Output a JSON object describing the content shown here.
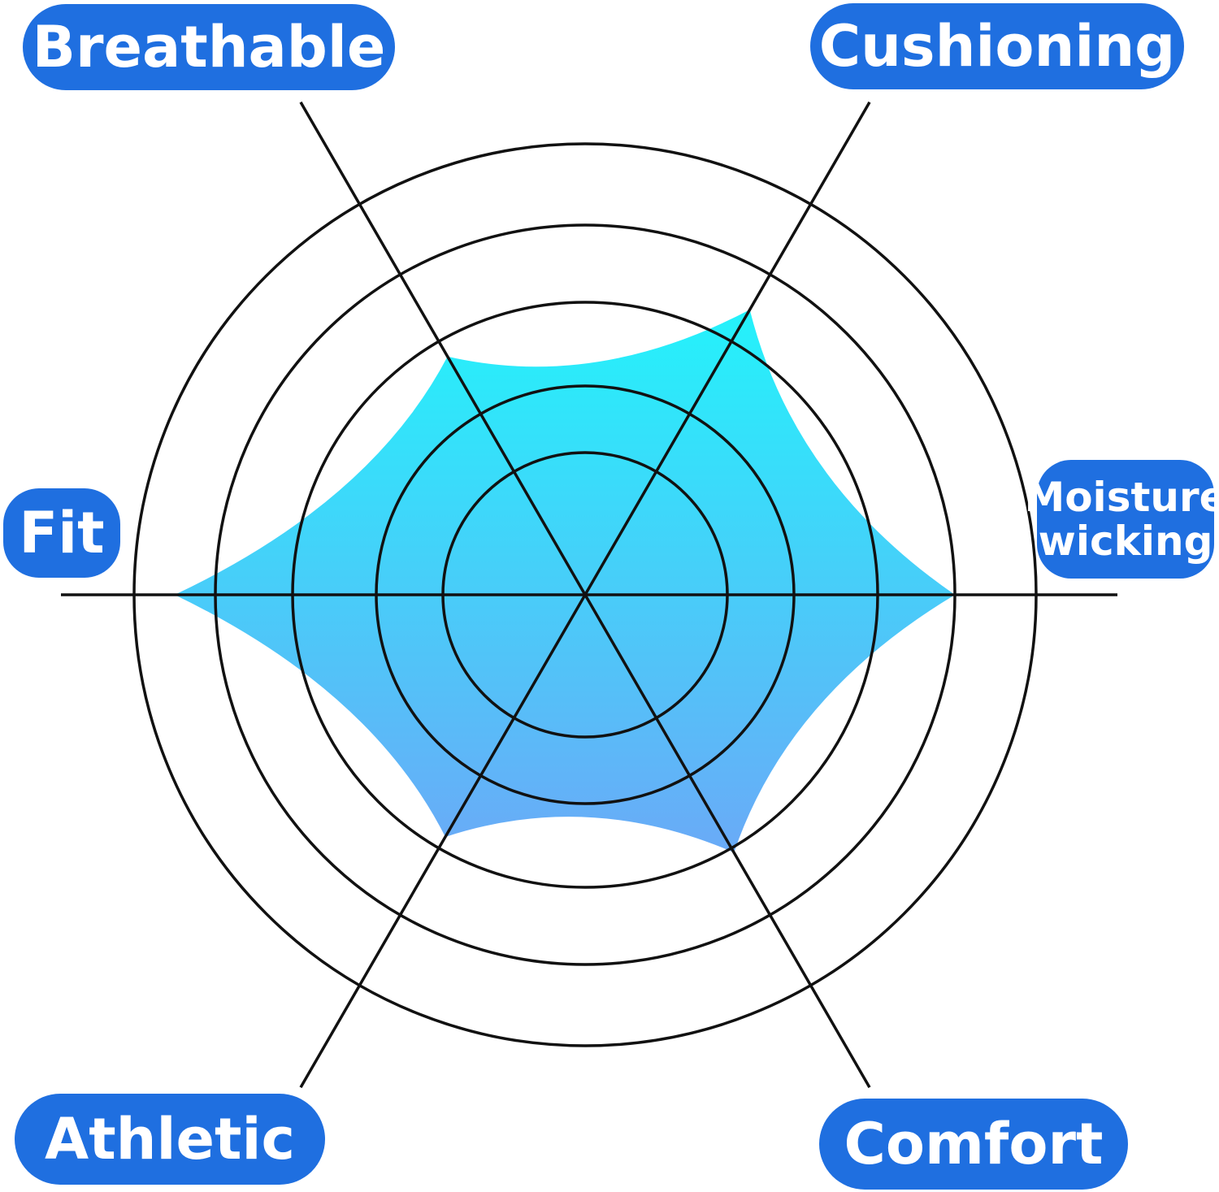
{
  "chart_data": {
    "type": "radar",
    "axes": [
      {
        "label": "Breathable",
        "value": 0.61
      },
      {
        "label": "Cushioning",
        "value": 0.73
      },
      {
        "label": "Moisture wicking",
        "value": 0.82
      },
      {
        "label": "Comfort",
        "value": 0.66
      },
      {
        "label": "Athletic",
        "value": 0.62
      },
      {
        "label": "Fit",
        "value": 0.91
      }
    ],
    "rings": 5,
    "range": [
      0,
      1
    ],
    "colors": {
      "label_badge": "#1f6fe0",
      "fill_top": "#24f2fb",
      "fill_bottom": "#6aaaf7",
      "grid": "#111111"
    }
  }
}
